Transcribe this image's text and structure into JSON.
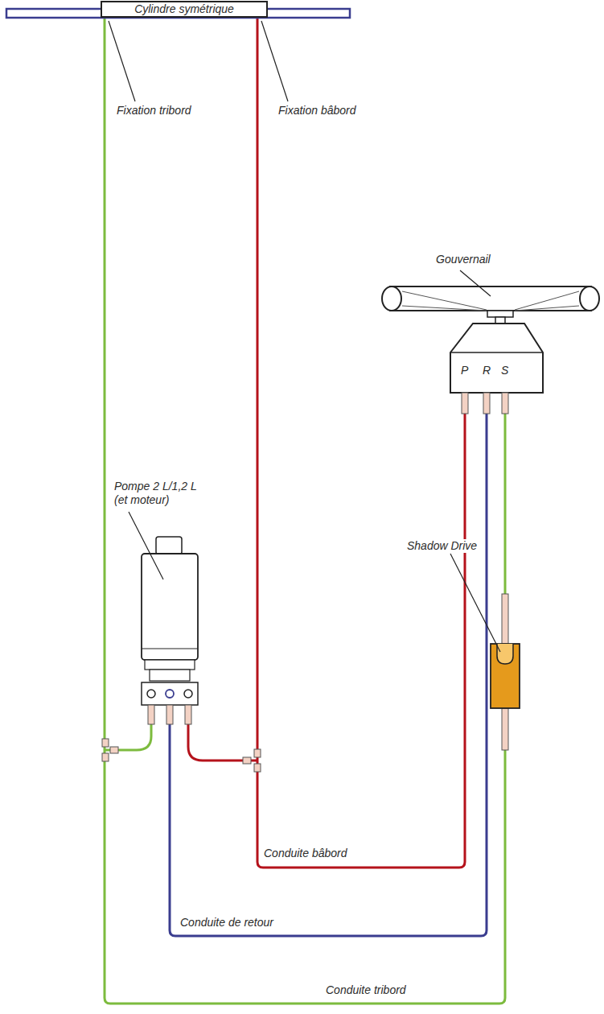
{
  "diagram": {
    "nodes": [
      {
        "text": [
          "Cylindre symétrique"
        ]
      },
      {
        "text": [
          "P",
          "R",
          "S"
        ]
      }
    ],
    "edges": [
      {
        "from": 0,
        "to": 1,
        "arrow": "none",
        "label": "Conduite bâbord"
      },
      {
        "from": 0,
        "to": 1,
        "arrow": "none",
        "label": "Conduite tribord"
      }
    ],
    "labels": [
      "Fixation tribord",
      "Fixation bâbord",
      "Gouvernail",
      "Pompe 2 L/1,2 L (et moteur)",
      "Shadow Drive",
      "Conduite de retour"
    ]
  }
}
